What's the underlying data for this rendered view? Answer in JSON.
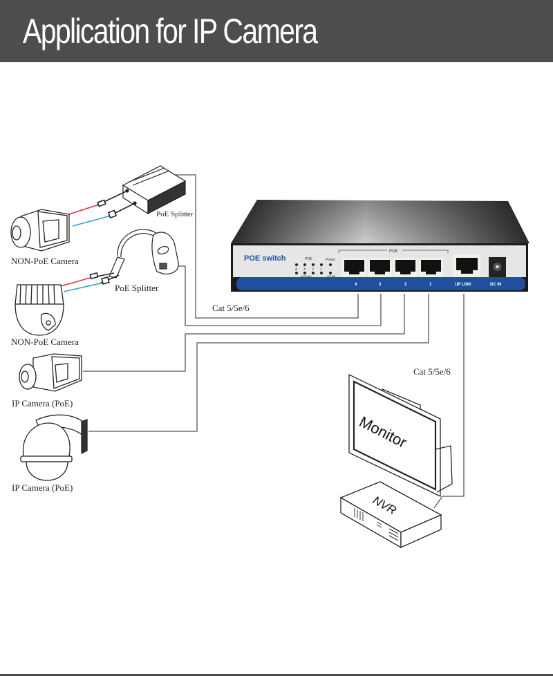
{
  "header": {
    "title": "Application for IP Camera"
  },
  "switch": {
    "brand_label": "POE switch",
    "poe_group_label": "POE",
    "led_group_label": "POE",
    "power_label": "Power",
    "led_numbers": [
      "4",
      "3",
      "2",
      "1"
    ],
    "act_link_label": "ACT/LINK",
    "uplink_led_label": "UPLINK",
    "port_labels": [
      "4",
      "3",
      "2",
      "1"
    ],
    "uplink_label": "UP LINK",
    "dc_in_label": "DC IN",
    "colors": {
      "front_strip": "#1f4f9e",
      "brand_text": "#1f4f9e",
      "body": "#3a3a3a",
      "panel": "#e6e6e6"
    }
  },
  "devices": {
    "splitter_1": "PoE Splitter",
    "splitter_2": "PoE Splitter",
    "camera_nonpoe_1": "NON-PoE Camera",
    "camera_nonpoe_2": "NON-PoE Camera",
    "camera_ip_1": "IP Camera (PoE)",
    "camera_ip_2": "IP Camera (PoE)",
    "monitor": "Monitor",
    "nvr": "NVR"
  },
  "cables": {
    "poe_cable_label": "Cat 5/5e/6",
    "uplink_cable_label": "Cat 5/5e/6",
    "power_wire_color": "#e8333a",
    "data_wire_color": "#3a9ad9"
  }
}
